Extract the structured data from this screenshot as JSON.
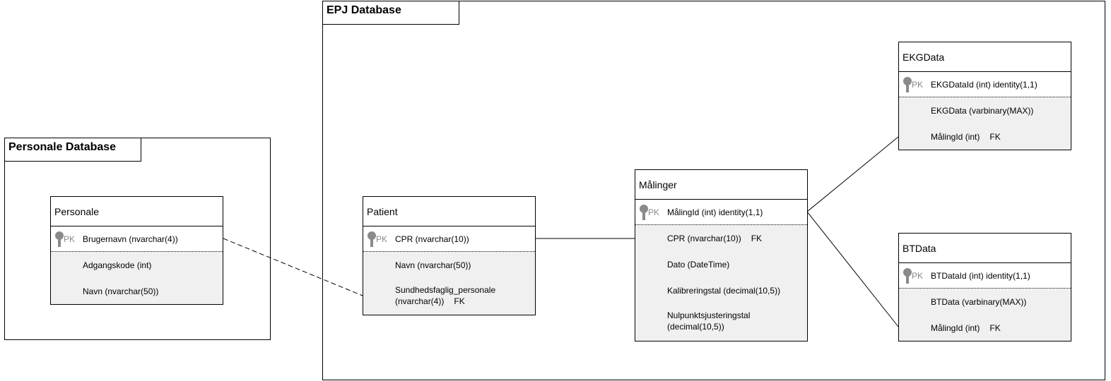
{
  "packages": {
    "personale_db": {
      "title": "Personale Database"
    },
    "epj_db": {
      "title": "EPJ Database"
    }
  },
  "entities": {
    "personale": {
      "title": "Personale",
      "pk_label": "PK",
      "pk_field": "Brugernavn (nvarchar(4))",
      "fields": [
        "Adgangskode (int)",
        "Navn (nvarchar(50))"
      ]
    },
    "patient": {
      "title": "Patient",
      "pk_label": "PK",
      "pk_field": "CPR (nvarchar(10))",
      "fields": [
        "Navn (nvarchar(50))"
      ],
      "fk_field_line1": "Sundhedsfaglig_personale",
      "fk_field_line2": "(nvarchar(4))",
      "fk_label": "FK"
    },
    "malinger": {
      "title": "Målinger",
      "pk_label": "PK",
      "pk_field": "MålingId (int) identity(1,1)",
      "fk_field": "CPR (nvarchar(10))",
      "fk_label": "FK",
      "fields": [
        "Dato (DateTime)",
        "Kalibreringstal (decimal(10,5))"
      ],
      "last_field_line1": "Nulpunktsjusteringstal",
      "last_field_line2": "(decimal(10,5))"
    },
    "ekgdata": {
      "title": "EKGData",
      "pk_label": "PK",
      "pk_field": "EKGDataId (int) identity(1,1)",
      "field": "EKGData (varbinary(MAX))",
      "fk_field": "MålingId (int)",
      "fk_label": "FK"
    },
    "btdata": {
      "title": "BTData",
      "pk_label": "PK",
      "pk_field": "BTDataId (int) identity(1,1)",
      "field": "BTData (varbinary(MAX))",
      "fk_field": "MålingId (int)",
      "fk_label": "FK"
    }
  },
  "colors": {
    "line": "#000000",
    "entity_fill": "#f0f0f0",
    "key_icon": "#8a8a8a"
  },
  "relationships": [
    {
      "from": "personale",
      "to": "patient",
      "style": "dashed"
    },
    {
      "from": "patient",
      "to": "malinger",
      "style": "solid"
    },
    {
      "from": "malinger",
      "to": "ekgdata",
      "style": "solid"
    },
    {
      "from": "malinger",
      "to": "btdata",
      "style": "solid"
    }
  ]
}
